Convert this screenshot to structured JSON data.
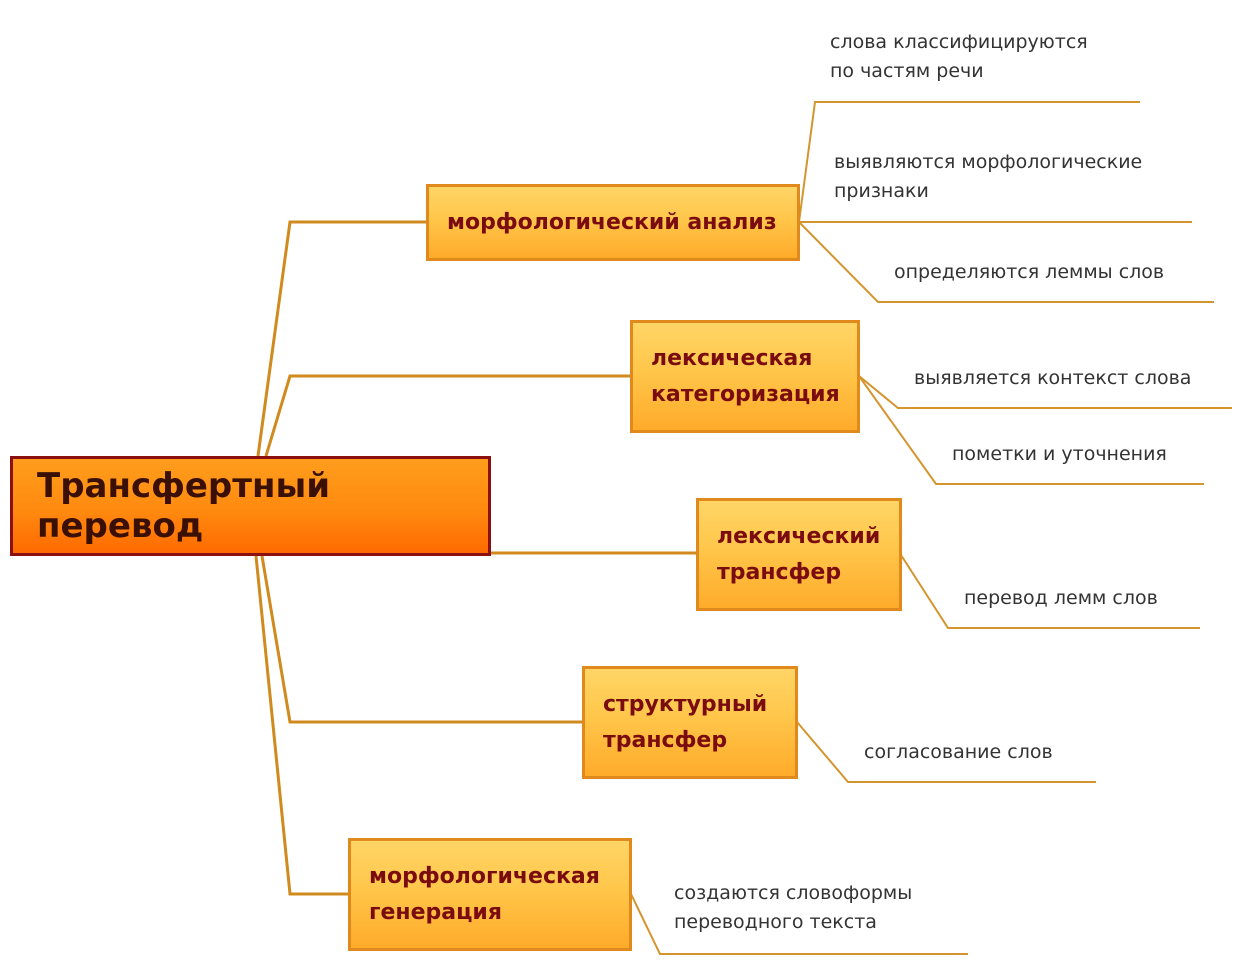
{
  "root": {
    "label": "Трансфертный перевод"
  },
  "branches": [
    {
      "lines": [
        "морфологический анализ"
      ],
      "details": [
        [
          "слова классифицируются",
          "по частям речи"
        ],
        [
          "выявляются морфологические",
          "признаки"
        ],
        [
          "определяются леммы слов"
        ]
      ]
    },
    {
      "lines": [
        "лексическая",
        "категоризация"
      ],
      "details": [
        [
          "выявляется контекст слова"
        ],
        [
          "пометки и уточнения"
        ]
      ]
    },
    {
      "lines": [
        "лексический",
        "трансфер"
      ],
      "details": [
        [
          "перевод лемм слов"
        ]
      ]
    },
    {
      "lines": [
        "структурный",
        "трансфер"
      ],
      "details": [
        [
          "согласование слов"
        ]
      ]
    },
    {
      "lines": [
        "морфологическая",
        "генерация"
      ],
      "details": [
        [
          "создаются словоформы",
          "переводного текста"
        ]
      ]
    }
  ],
  "colors": {
    "connector": "#d08a1e",
    "leaf_line": "#d4952f",
    "box_border": "#e08a1e",
    "box_text": "#7a0c10",
    "root_border": "#8c1010"
  }
}
